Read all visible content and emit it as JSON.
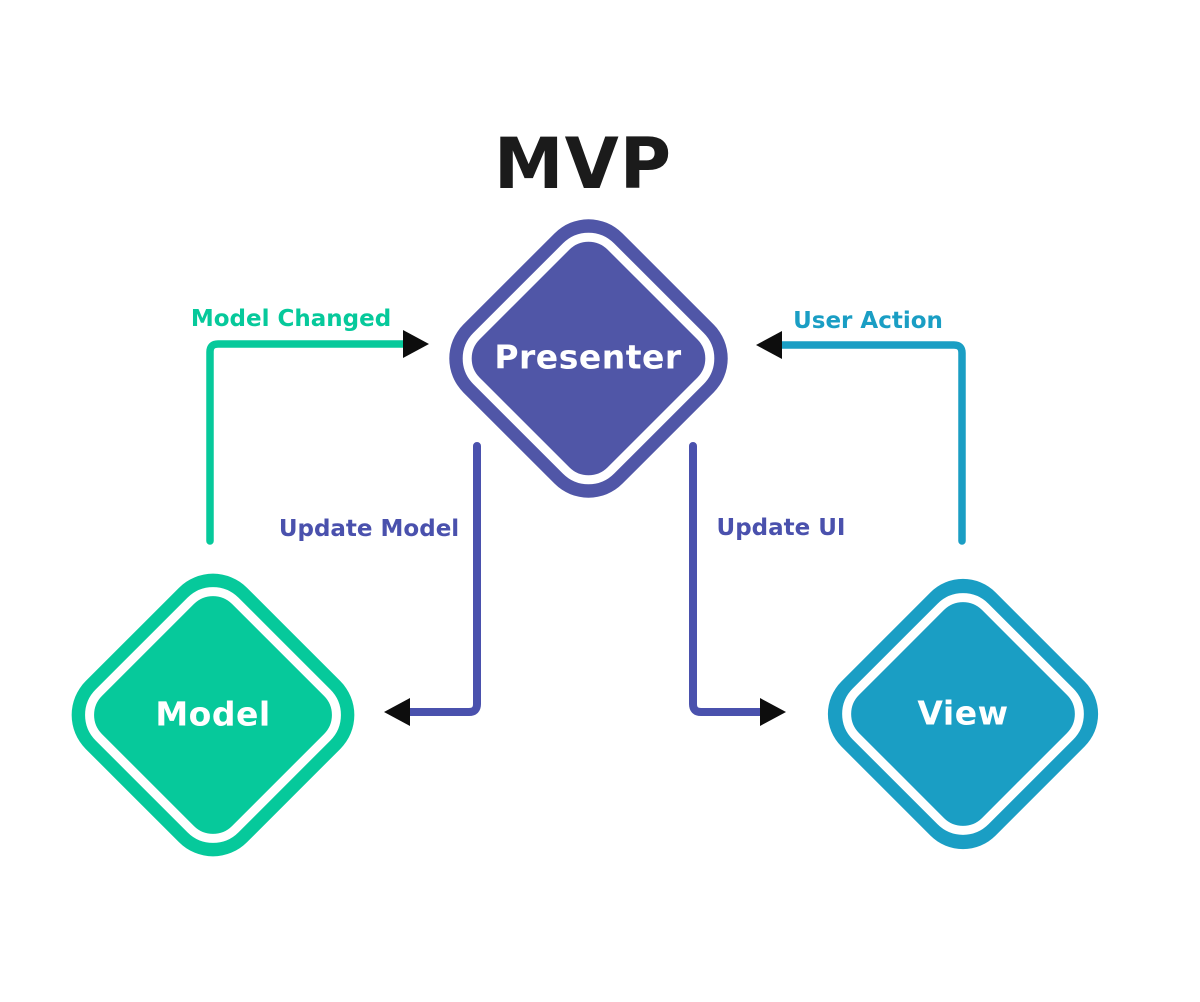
{
  "title": "MVP",
  "colors": {
    "background": "#ffffff",
    "title_text": "#1b1b1b",
    "presenter_fill": "#5056a7",
    "model_fill": "#06c99b",
    "view_fill": "#1a9ec4",
    "purple_arrow": "#4a51ad",
    "green_arrow": "#06c99b",
    "cyan_arrow": "#1a9ec4",
    "arrowhead": "#0d0d0d",
    "node_text": "#ffffff",
    "ring": "#ffffff"
  },
  "nodes": [
    {
      "id": "presenter",
      "label": "Presenter",
      "shape": "rounded-diamond",
      "fill": "#5056a7"
    },
    {
      "id": "model",
      "label": "Model",
      "shape": "rounded-diamond",
      "fill": "#06c99b"
    },
    {
      "id": "view",
      "label": "View",
      "shape": "rounded-diamond",
      "fill": "#1a9ec4"
    }
  ],
  "edges": [
    {
      "id": "model-changed",
      "label": "Model Changed",
      "from": "model",
      "to": "presenter",
      "color": "#06c99b"
    },
    {
      "id": "user-action",
      "label": "User Action",
      "from": "view",
      "to": "presenter",
      "color": "#1a9ec4"
    },
    {
      "id": "update-model",
      "label": "Update Model",
      "from": "presenter",
      "to": "model",
      "color": "#4a51ad"
    },
    {
      "id": "update-ui",
      "label": "Update UI",
      "from": "presenter",
      "to": "view",
      "color": "#4a51ad"
    }
  ]
}
